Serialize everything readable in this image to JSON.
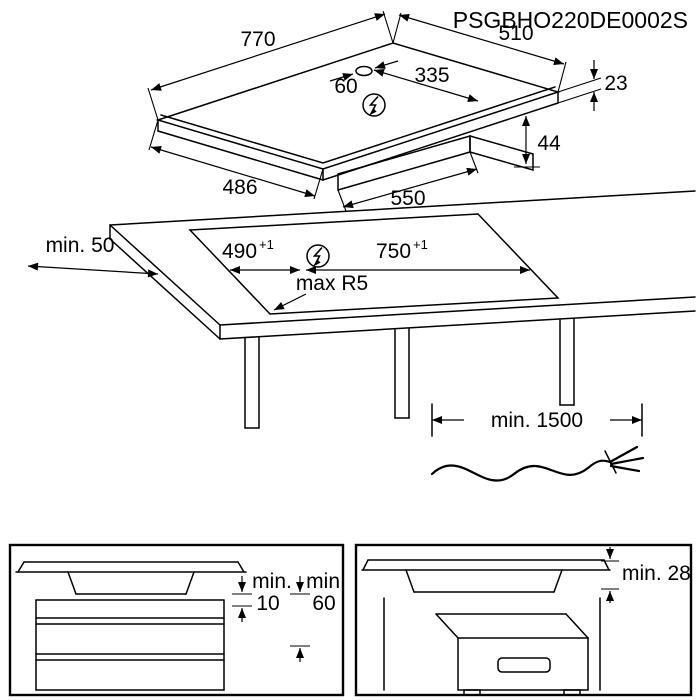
{
  "header": {
    "product_code": "PSGBHO220DE0002S"
  },
  "hob_view": {
    "width_mm": "770",
    "depth_mm": "510",
    "gland_offset_a": "60",
    "gland_offset_b": "335",
    "glass_thickness_mm": "23",
    "box_height_mm": "44",
    "box_depth_mm": "486",
    "box_width_mm": "550"
  },
  "cutout_view": {
    "wall_clearance": "min. 50",
    "cutout_depth": "490",
    "cutout_depth_tolerance": "+1",
    "cutout_width": "750",
    "cutout_width_tolerance": "+1",
    "corner_radius": "max R5"
  },
  "cable_view": {
    "cable_length": "min. 1500"
  },
  "cabinet_clearance_view": {
    "gap1_prefix": "min.",
    "gap1_value": "10",
    "gap2_prefix": "min.",
    "gap2_value": "60"
  },
  "oven_clearance_view": {
    "gap": "min. 28"
  }
}
